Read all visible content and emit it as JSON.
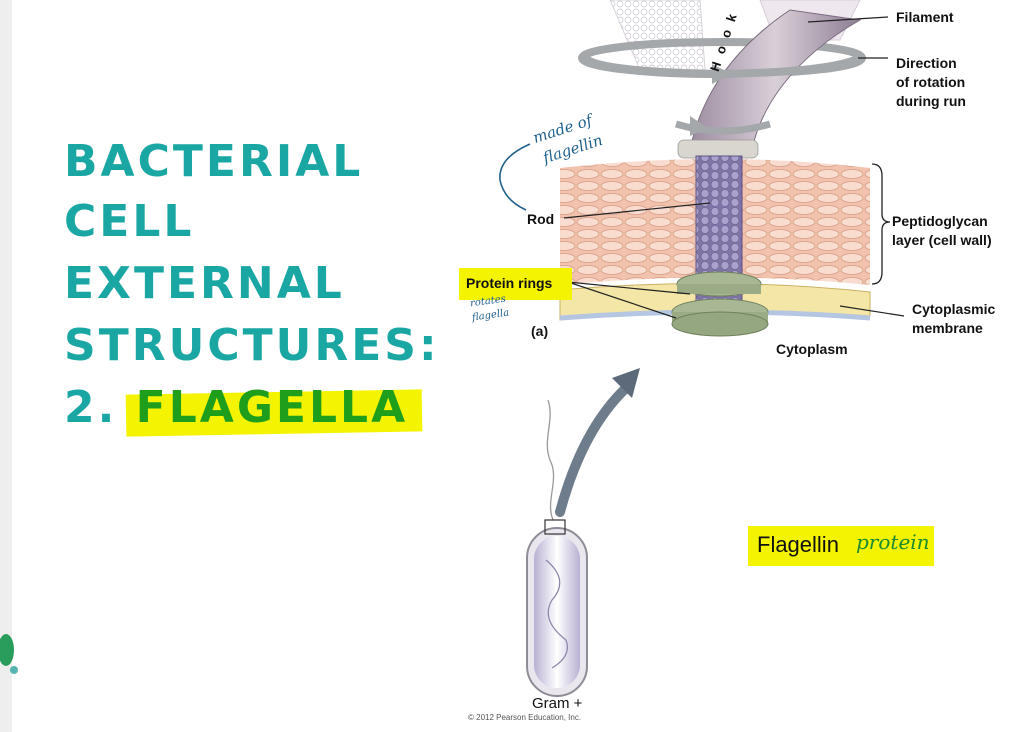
{
  "title": {
    "line1": "BACTERIAL",
    "line2": "CELL",
    "line3": "EXTERNAL",
    "line4": "STRUCTURES:",
    "line5_prefix": "2.",
    "line5_highlight": "FLAGELLA"
  },
  "labels": {
    "filament": "Filament",
    "hook": "Hook",
    "direction": [
      "Direction",
      "of rotation",
      "during run"
    ],
    "rod": "Rod",
    "peptidoglycan": [
      "Peptidoglycan",
      "layer (cell wall)"
    ],
    "protein_rings": "Protein rings",
    "panel": "(a)",
    "cytoplasmic_membrane": [
      "Cytoplasmic",
      "membrane"
    ],
    "cytoplasm": "Cytoplasm",
    "gram": "Gram +",
    "copyright": "© 2012 Pearson Education, Inc."
  },
  "handwriting": {
    "made_of": "made of",
    "flagellin": "flagellin",
    "rotates": "rotates",
    "flagella": "flagella",
    "protein": "protein"
  },
  "flagellin_box": {
    "label": "Flagellin"
  },
  "colors": {
    "title": "#1aa7a4",
    "flagella_text": "#1f9e1c",
    "highlight": "#f4f400",
    "ink": "#1f5f8b"
  }
}
